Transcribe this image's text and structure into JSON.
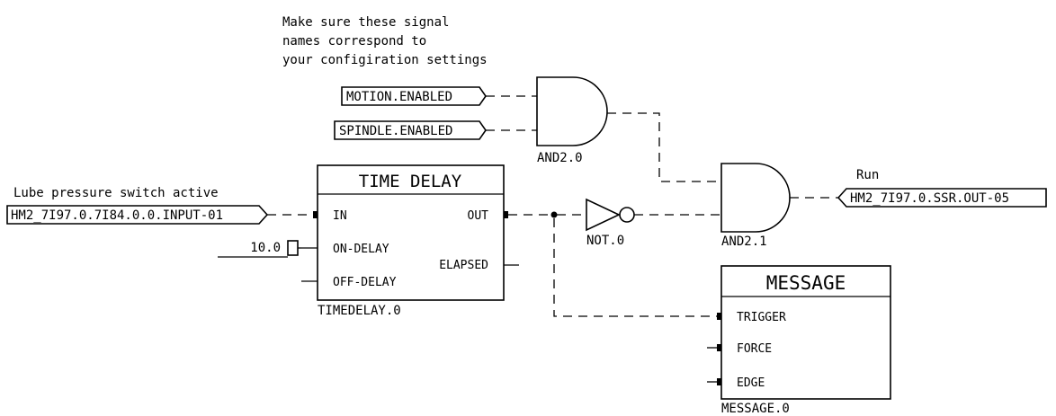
{
  "note": {
    "lines": [
      "Make sure these signal",
      "names correspond to",
      "your configiration settings"
    ]
  },
  "signals": {
    "motion_enabled": "MOTION.ENABLED",
    "spindle_enabled": "SPINDLE.ENABLED",
    "input": "HM2_7I97.0.7I84.0.0.INPUT-01",
    "input_label": "Lube pressure switch active",
    "output": "HM2_7I97.0.SSR.OUT-05",
    "output_label": "Run",
    "on_delay_value": "10.0"
  },
  "gates": {
    "and_top": "AND2.0",
    "and_bottom": "AND2.1",
    "not": "NOT.0"
  },
  "timedelay": {
    "title": "TIME DELAY",
    "instance": "TIMEDELAY.0",
    "pins": {
      "in": "IN",
      "on_delay": "ON-DELAY",
      "off_delay": "OFF-DELAY",
      "out": "OUT",
      "elapsed": "ELAPSED"
    }
  },
  "message": {
    "title": "MESSAGE",
    "instance": "MESSAGE.0",
    "pins": {
      "trigger": "TRIGGER",
      "force": "FORCE",
      "edge": "EDGE"
    }
  }
}
